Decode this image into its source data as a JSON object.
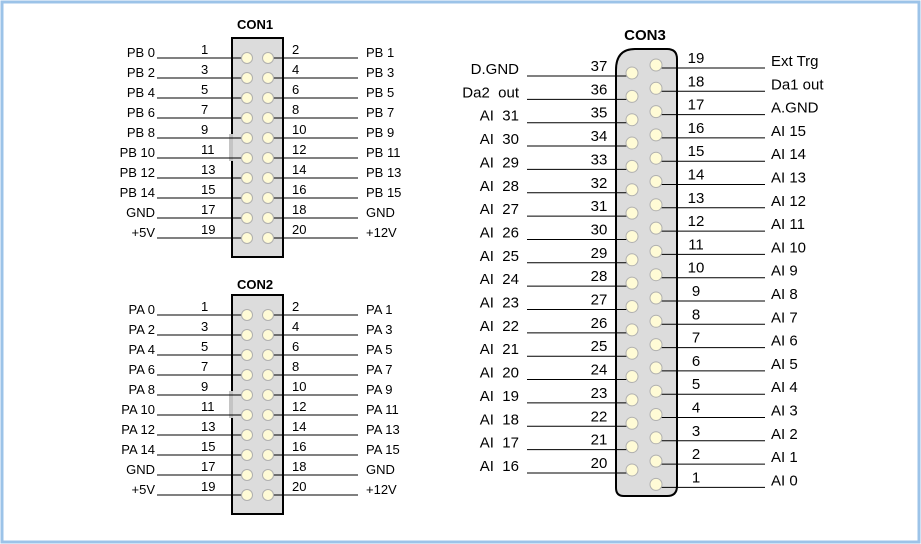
{
  "colors": {
    "frame": "#9cc3e8",
    "header_fill": "#dcdcdc",
    "dot_fill": "#fffbd6",
    "dot_stroke": "#b0b0b0",
    "pin_gray": "#c4c4c4"
  },
  "con1": {
    "title": "CON1",
    "rows": [
      {
        "left_label": "PB 0",
        "left_pin": "1",
        "right_pin": "2",
        "right_label": "PB 1"
      },
      {
        "left_label": "PB 2",
        "left_pin": "3",
        "right_pin": "4",
        "right_label": "PB 3"
      },
      {
        "left_label": "PB 4",
        "left_pin": "5",
        "right_pin": "6",
        "right_label": "PB 5"
      },
      {
        "left_label": "PB 6",
        "left_pin": "7",
        "right_pin": "8",
        "right_label": "PB 7"
      },
      {
        "left_label": "PB 8",
        "left_pin": "9",
        "right_pin": "10",
        "right_label": "PB 9"
      },
      {
        "left_label": "PB 10",
        "left_pin": "11",
        "right_pin": "12",
        "right_label": "PB 11"
      },
      {
        "left_label": "PB 12",
        "left_pin": "13",
        "right_pin": "14",
        "right_label": "PB 13"
      },
      {
        "left_label": "PB 14",
        "left_pin": "15",
        "right_pin": "16",
        "right_label": "PB 15"
      },
      {
        "left_label": "GND",
        "left_pin": "17",
        "right_pin": "18",
        "right_label": "GND"
      },
      {
        "left_label": "+5V",
        "left_pin": "19",
        "right_pin": "20",
        "right_label": "+12V"
      }
    ]
  },
  "con2": {
    "title": "CON2",
    "rows": [
      {
        "left_label": "PA 0",
        "left_pin": "1",
        "right_pin": "2",
        "right_label": "PA 1"
      },
      {
        "left_label": "PA 2",
        "left_pin": "3",
        "right_pin": "4",
        "right_label": "PA 3"
      },
      {
        "left_label": "PA 4",
        "left_pin": "5",
        "right_pin": "6",
        "right_label": "PA 5"
      },
      {
        "left_label": "PA 6",
        "left_pin": "7",
        "right_pin": "8",
        "right_label": "PA 7"
      },
      {
        "left_label": "PA 8",
        "left_pin": "9",
        "right_pin": "10",
        "right_label": "PA 9"
      },
      {
        "left_label": "PA 10",
        "left_pin": "11",
        "right_pin": "12",
        "right_label": "PA 11"
      },
      {
        "left_label": "PA 12",
        "left_pin": "13",
        "right_pin": "14",
        "right_label": "PA 13"
      },
      {
        "left_label": "PA 14",
        "left_pin": "15",
        "right_pin": "16",
        "right_label": "PA 15"
      },
      {
        "left_label": "GND",
        "left_pin": "17",
        "right_pin": "18",
        "right_label": "GND"
      },
      {
        "left_label": "+5V",
        "left_pin": "19",
        "right_pin": "20",
        "right_label": "+12V"
      }
    ]
  },
  "con3": {
    "title": "CON3",
    "left_pins": [
      {
        "pin": "37",
        "label": "D.GND"
      },
      {
        "pin": "36",
        "label": "Da2  out"
      },
      {
        "pin": "35",
        "label": "AI  31"
      },
      {
        "pin": "34",
        "label": "AI  30"
      },
      {
        "pin": "33",
        "label": "AI  29"
      },
      {
        "pin": "32",
        "label": "AI  28"
      },
      {
        "pin": "31",
        "label": "AI  27"
      },
      {
        "pin": "30",
        "label": "AI  26"
      },
      {
        "pin": "29",
        "label": "AI  25"
      },
      {
        "pin": "28",
        "label": "AI  24"
      },
      {
        "pin": "27",
        "label": "AI  23"
      },
      {
        "pin": "26",
        "label": "AI  22"
      },
      {
        "pin": "25",
        "label": "AI  21"
      },
      {
        "pin": "24",
        "label": "AI  20"
      },
      {
        "pin": "23",
        "label": "AI  19"
      },
      {
        "pin": "22",
        "label": "AI  18"
      },
      {
        "pin": "21",
        "label": "AI  17"
      },
      {
        "pin": "20",
        "label": "AI  16"
      }
    ],
    "right_pins": [
      {
        "pin": "19",
        "label": "Ext Trg"
      },
      {
        "pin": "18",
        "label": "Da1 out"
      },
      {
        "pin": "17",
        "label": "A.GND"
      },
      {
        "pin": "16",
        "label": "AI 15"
      },
      {
        "pin": "15",
        "label": "AI 14"
      },
      {
        "pin": "14",
        "label": "AI 13"
      },
      {
        "pin": "13",
        "label": "AI 12"
      },
      {
        "pin": "12",
        "label": "AI 11"
      },
      {
        "pin": "11",
        "label": "AI 10"
      },
      {
        "pin": "10",
        "label": "AI 9"
      },
      {
        "pin": "9",
        "label": "AI 8"
      },
      {
        "pin": "8",
        "label": "AI 7"
      },
      {
        "pin": "7",
        "label": "AI 6"
      },
      {
        "pin": "6",
        "label": "AI 5"
      },
      {
        "pin": "5",
        "label": "AI 4"
      },
      {
        "pin": "4",
        "label": "AI 3"
      },
      {
        "pin": "3",
        "label": "AI 2"
      },
      {
        "pin": "2",
        "label": "AI 1"
      },
      {
        "pin": "1",
        "label": "AI 0"
      }
    ]
  }
}
